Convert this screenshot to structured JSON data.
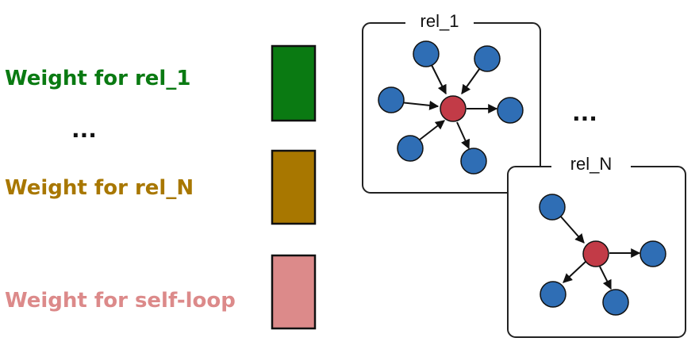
{
  "weights": {
    "rel_1": {
      "label": "Weight for rel_1",
      "color": "#0a7a12"
    },
    "rel_n": {
      "label": "Weight for rel_N",
      "color": "#a87700"
    },
    "self_loop": {
      "label": "Weight for self-loop",
      "color": "#dc8a8a"
    },
    "ellipsis": "..."
  },
  "graphs": {
    "rel_1_title": "rel_1",
    "rel_n_title": "rel_N",
    "ellipsis": "...",
    "center_node_color": "#c23b47",
    "neighbor_node_color": "#2f6eb5"
  }
}
